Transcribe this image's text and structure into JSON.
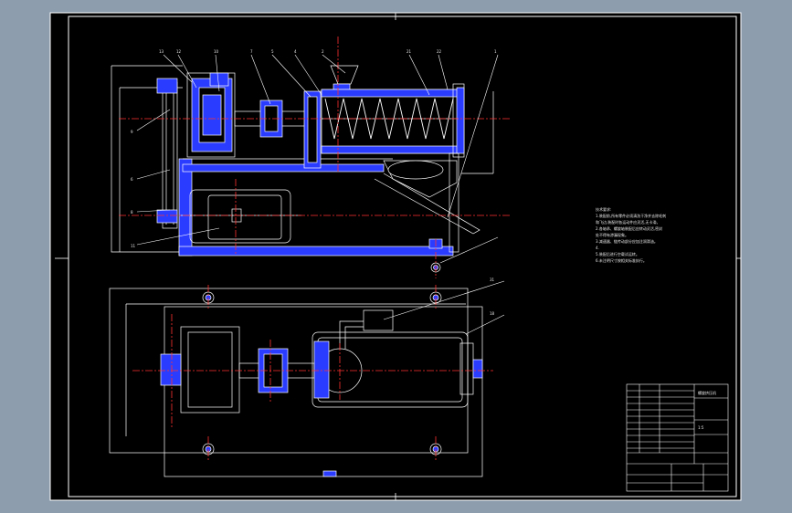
{
  "colors": {
    "background": "#8d9dae",
    "sheet": "#000000",
    "line": "#ffffff",
    "centerline": "#ff3030",
    "part_fill": "#2a3cff",
    "text": "#e8e8e8"
  },
  "balloons": [
    "13",
    "12",
    "10",
    "7",
    "5",
    "4",
    "2",
    "21",
    "22",
    "1",
    "9",
    "6",
    "8",
    "11",
    "31",
    "18"
  ],
  "notes": {
    "lines": [
      "技术要求:",
      "1.装配前,所有零件必须清洗干净并去除毛刺",
      "和飞边,装配时各运动件应灵活,无卡滞。",
      "2.各轴承、螺旋轴装配后应转动灵活,密封",
      "处不得有渗漏现象。",
      "3.减速器、链传动部分应加注润滑油。",
      "4.",
      "5.装配后进行空载试运转。",
      "6.未注明尺寸按相关标准执行。"
    ]
  },
  "title_block": {
    "drawing_title": "螺旋挤压机",
    "scale": "1:5"
  }
}
